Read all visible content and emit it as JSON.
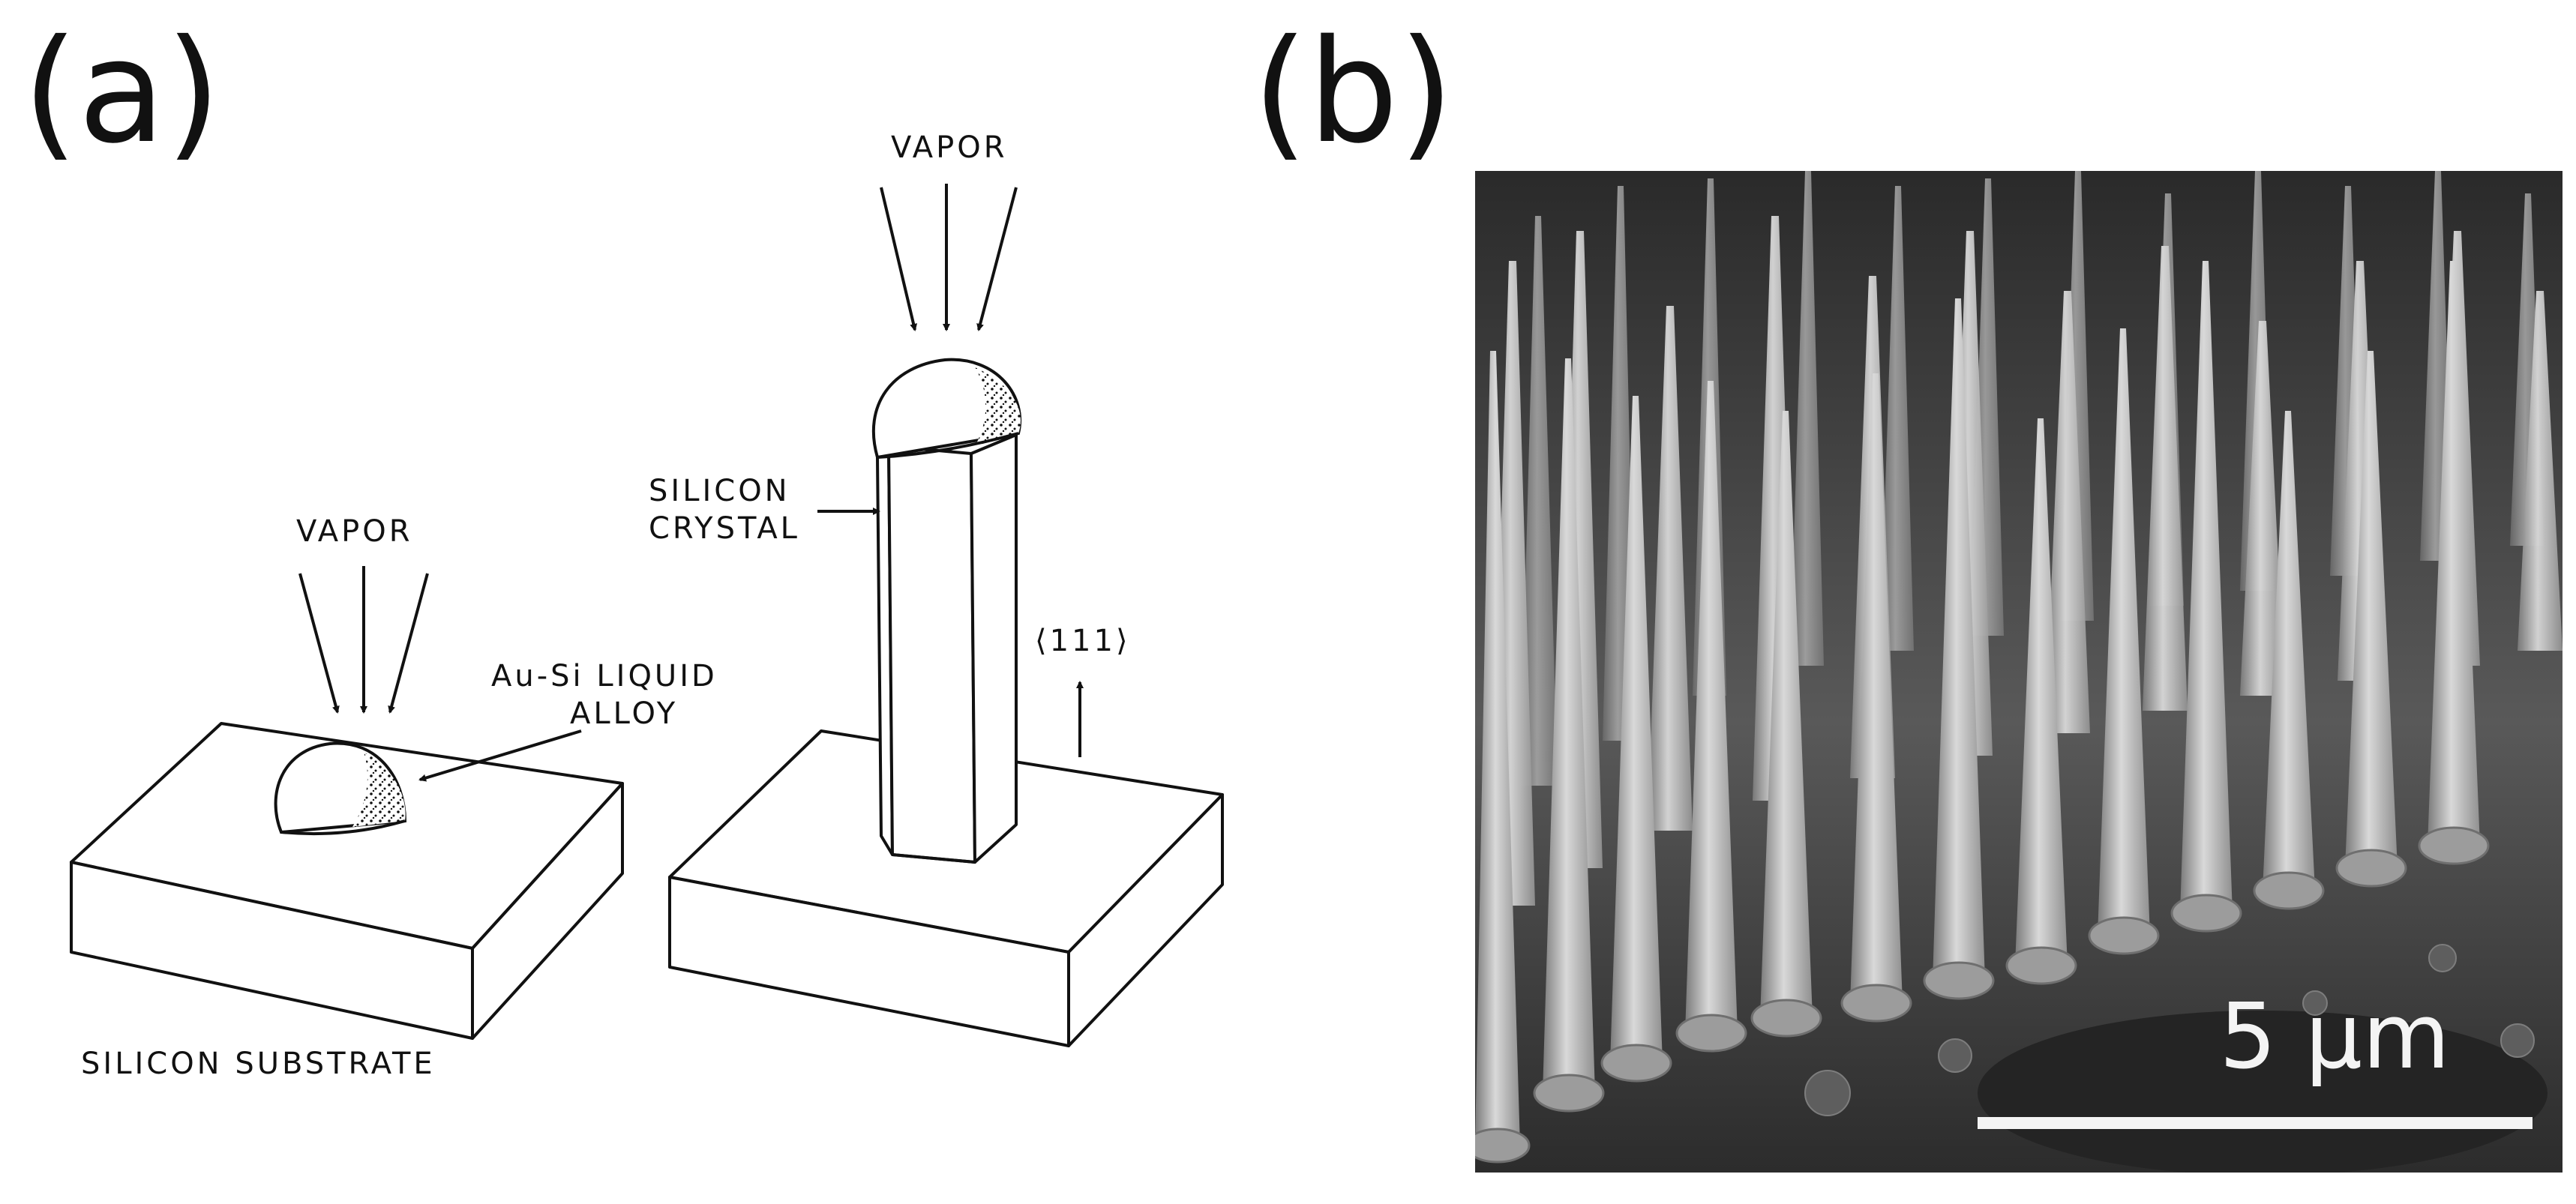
{
  "panels": {
    "a": {
      "label": "(a)"
    },
    "b": {
      "label": "(b)"
    }
  },
  "diagram": {
    "vapor_left": "VAPOR",
    "vapor_right": "VAPOR",
    "liquid_alloy_line1": "Au-Si LIQUID",
    "liquid_alloy_line2": "ALLOY",
    "crystal_line1": "SILICON",
    "crystal_line2": "CRYSTAL",
    "direction": "⟨111⟩",
    "substrate": "SILICON SUBSTRATE"
  },
  "sem": {
    "scale_label": "5 μm"
  }
}
